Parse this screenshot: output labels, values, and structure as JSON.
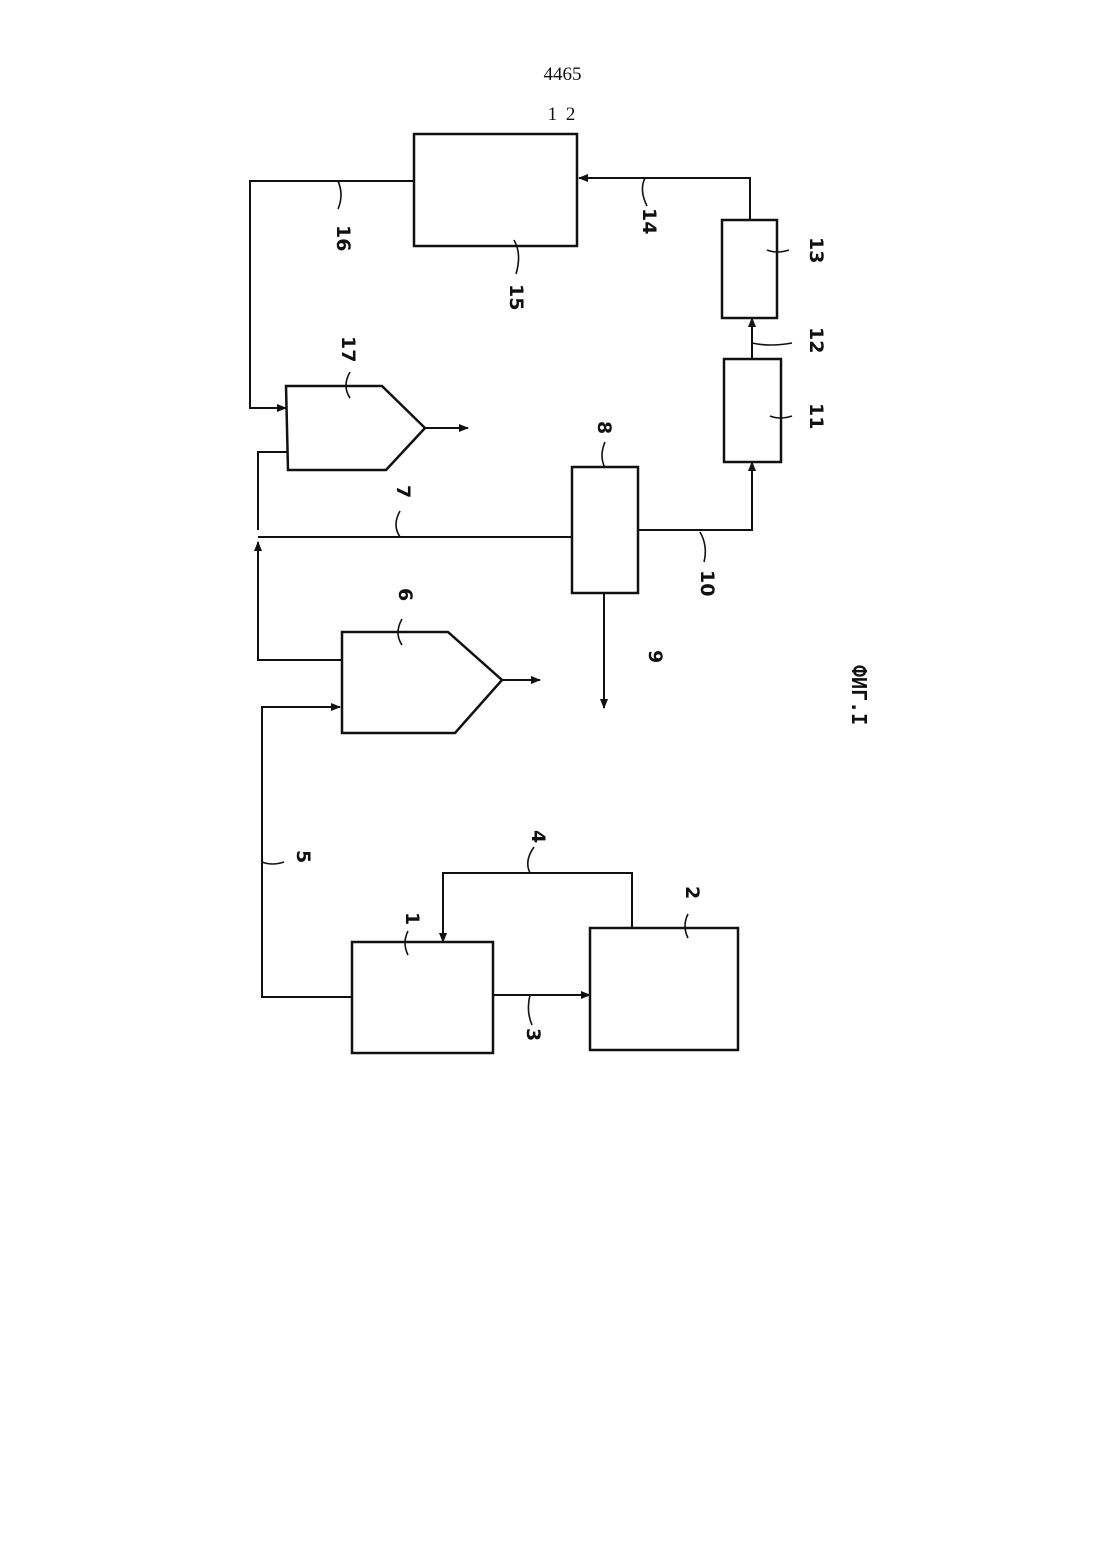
{
  "header": {
    "page_number": "4465",
    "sub_number": "1 2"
  },
  "figure": {
    "caption": "ФИГ.I"
  },
  "diagram": {
    "labels": {
      "n1": "1",
      "n2": "2",
      "n3": "3",
      "n4": "4",
      "n5": "5",
      "n6": "6",
      "n7": "7",
      "n8": "8",
      "n9": "9",
      "n10": "10",
      "n11": "11",
      "n12": "12",
      "n13": "13",
      "n14": "14",
      "n15": "15",
      "n16": "16",
      "n17": "17"
    }
  }
}
